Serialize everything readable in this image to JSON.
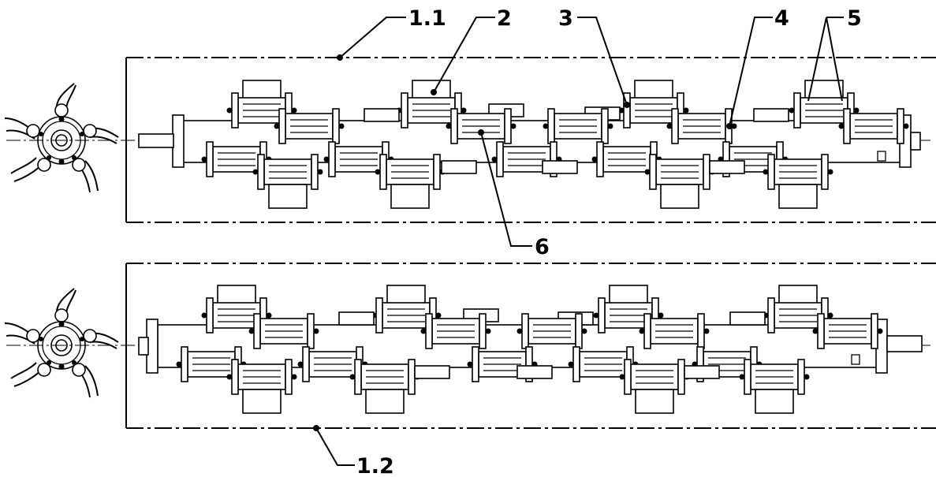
{
  "labels": {
    "l11": "1.1",
    "l12": "1.2",
    "l2": "2",
    "l3": "3",
    "l4": "4",
    "l5": "5",
    "l6": "6"
  }
}
